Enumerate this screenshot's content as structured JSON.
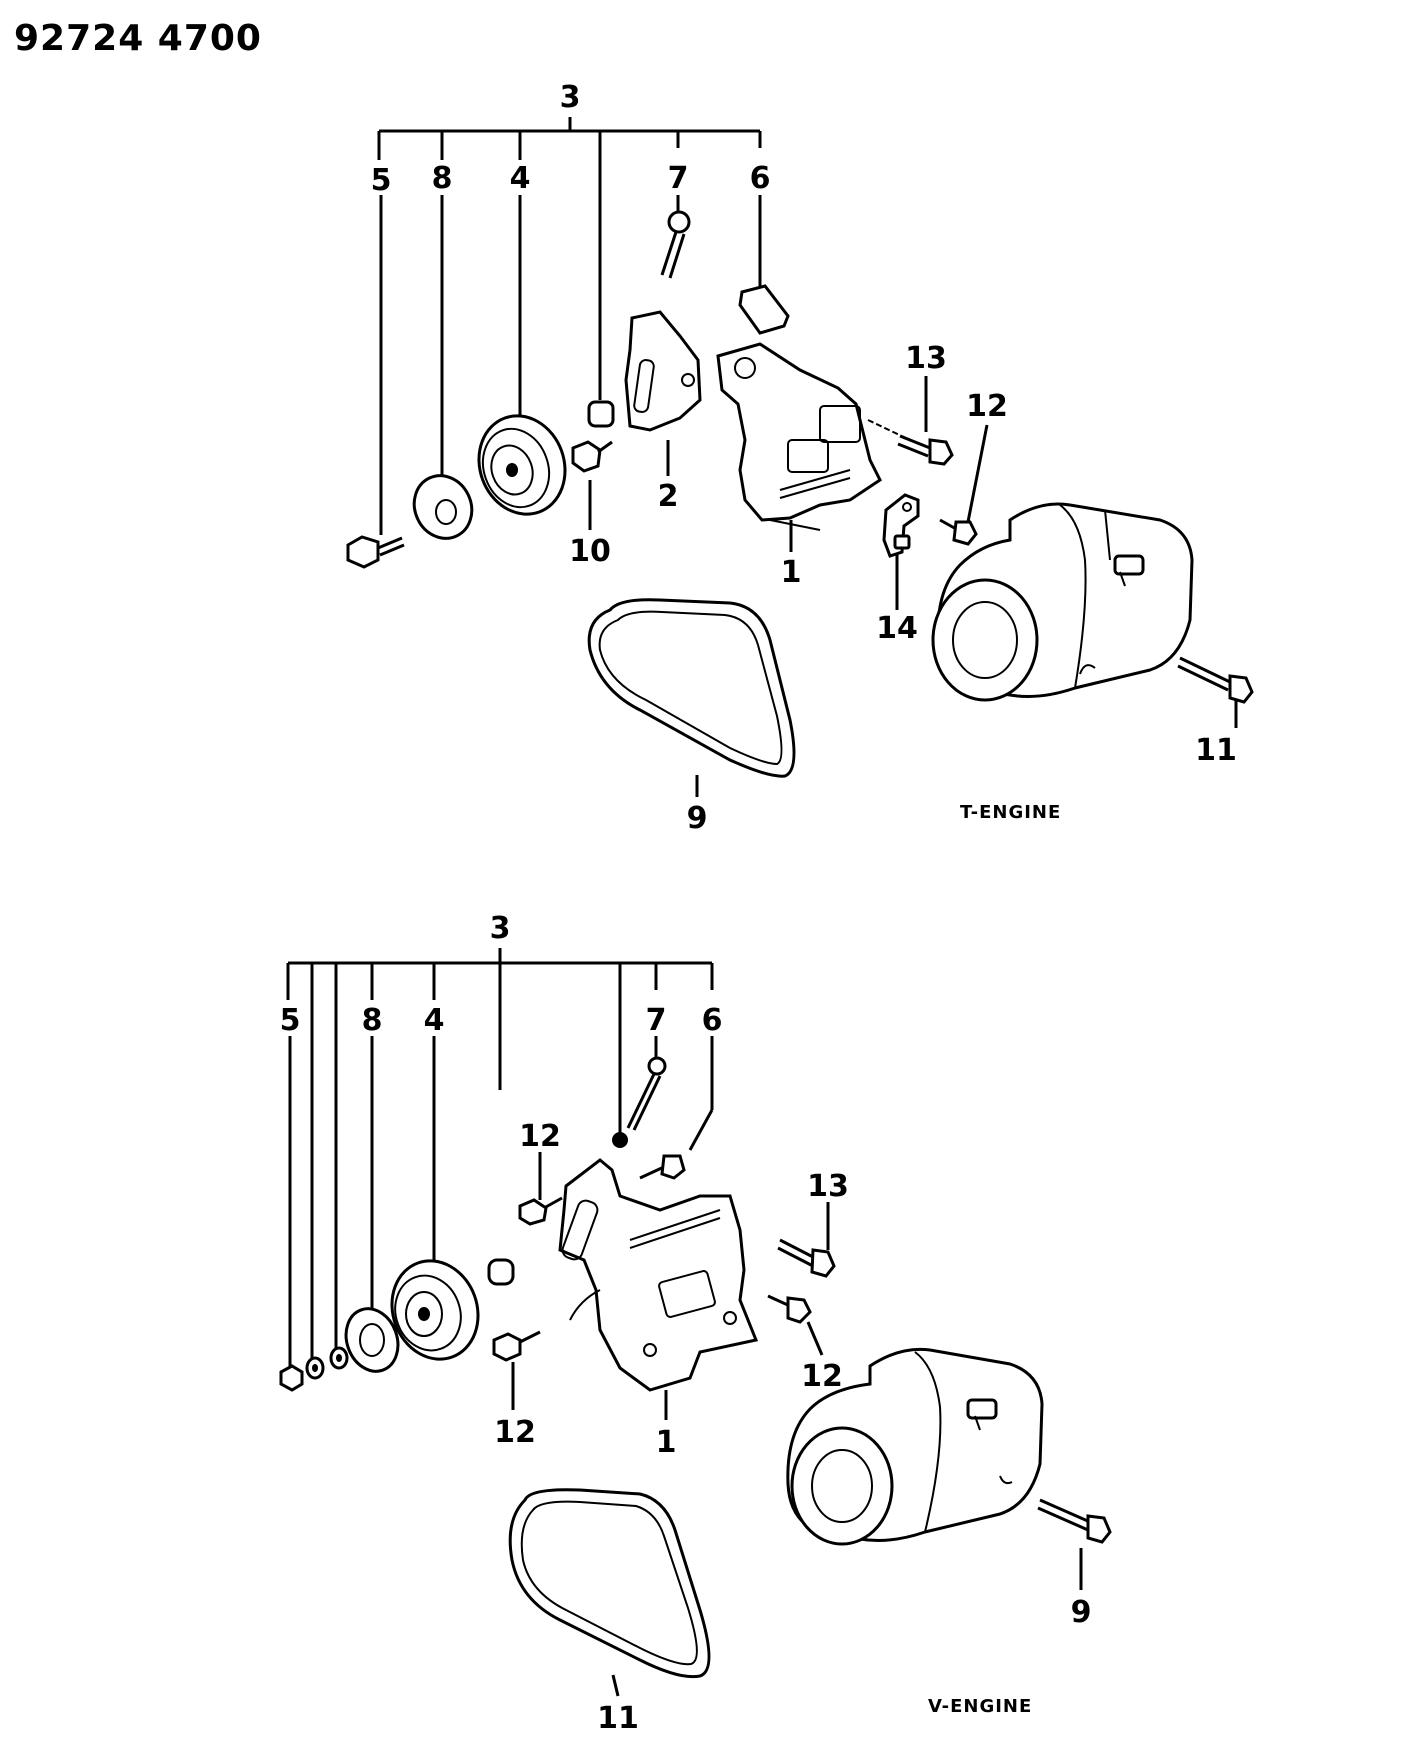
{
  "document_id": "92724 4700",
  "diagrams": [
    {
      "engine_label": "T-ENGINE",
      "callouts": [
        "1",
        "2",
        "3",
        "4",
        "5",
        "6",
        "7",
        "8",
        "9",
        "10",
        "11",
        "12",
        "13",
        "14"
      ]
    },
    {
      "engine_label": "V-ENGINE",
      "callouts": [
        "1",
        "3",
        "4",
        "5",
        "6",
        "7",
        "8",
        "9",
        "11",
        "12",
        "12",
        "12",
        "13"
      ]
    }
  ]
}
